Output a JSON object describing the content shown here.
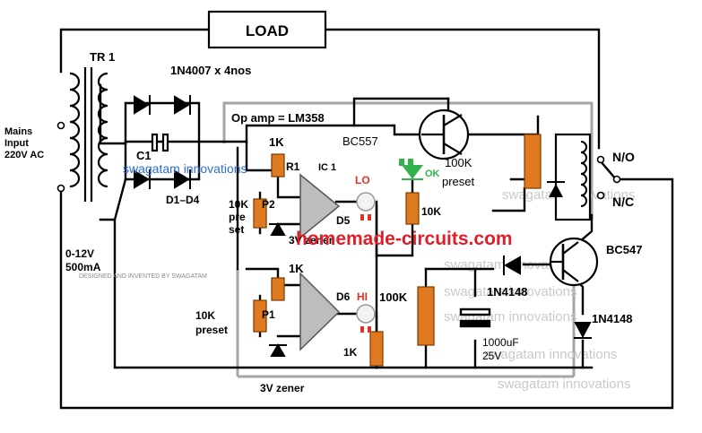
{
  "colors": {
    "wire": "#000000",
    "background": "#ffffff",
    "panel": "#a6a6a6",
    "resistor": "#e07a20",
    "resistor_stroke": "#7a3b00",
    "led_ok": "#2fb34a",
    "led_red": "#e0342b",
    "brand_blue": "#2b6fd6",
    "brand_red": "#e11d27",
    "watermark": "#c9c9c9"
  },
  "labels": {
    "load": "LOAD",
    "transformer": "TR 1",
    "diodes": "1N4007 x 4nos",
    "mains_line1": "Mains",
    "mains_line2": "Input",
    "mains_line3": "220V AC",
    "cap_c1": "C1",
    "bridge_name": "D1–D4",
    "secondary_line1": "0-12V",
    "secondary_line2": "500mA",
    "opamp": "Op amp = LM358",
    "r_top": "1K",
    "r1": "R1",
    "ic1": "IC 1",
    "preset_top_line1": "10K",
    "preset_top_line2": "pre",
    "preset_top_line3": "set",
    "p2": "P2",
    "zener_top": "3V zener",
    "r_mid": "1K",
    "preset_bottom_line1": "10K",
    "preset_bottom_line2": "preset",
    "p1": "P1",
    "zener_bottom": "3V zener",
    "lo": "LO",
    "hi": "HI",
    "d5": "D5",
    "d6": "D6",
    "r_led_hi": "1K",
    "bc557": "BC557",
    "ok": "OK",
    "preset_100k_line1": "100K",
    "preset_100k_line2": "preset",
    "r_10k": "10K",
    "r_100k": "100K",
    "diode_1n4148_left": "1N4148",
    "diode_1n4148_right": "1N4148",
    "bc547": "BC547",
    "cap_value_line1": "1000uF",
    "cap_value_line2": "25V",
    "relay_no": "N/O",
    "relay_nc": "N/C"
  },
  "branding": {
    "author": "swagatam innovations",
    "site": "homemade-circuits.com",
    "designed_by": "DESIGNED AND INVENTED BY SWAGATAM"
  }
}
